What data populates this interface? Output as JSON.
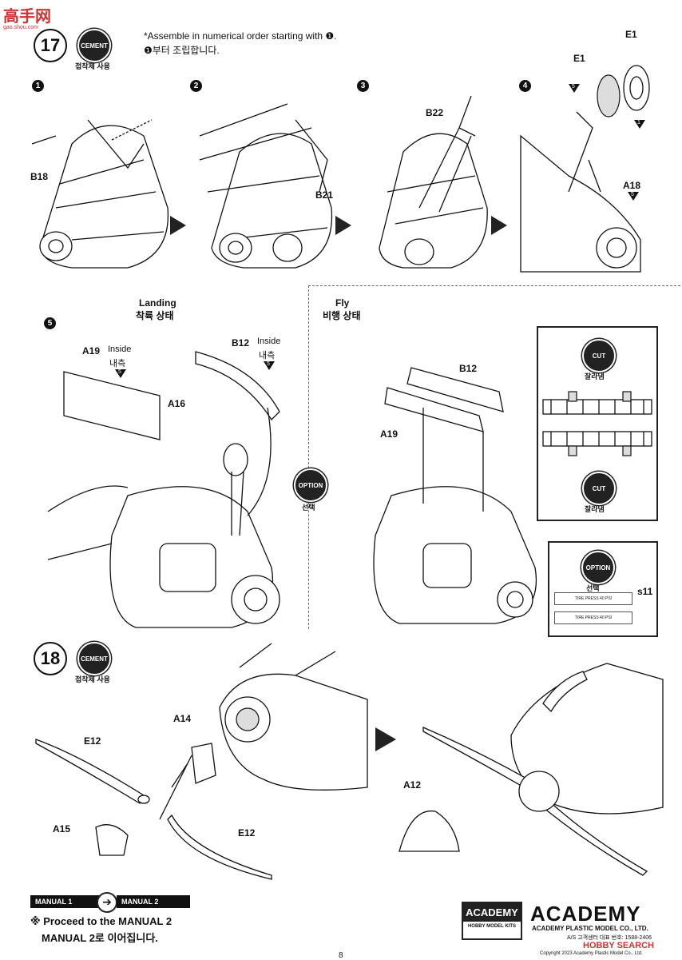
{
  "header": {
    "watermark_main": "高手网",
    "watermark_url": "gao.shou.com"
  },
  "step17": {
    "number": "17",
    "badge": "CEMENT",
    "badge_ko": "접착제 사용",
    "instruction_en": "*Assemble in numerical order starting with ❶.",
    "instruction_ko": "❶부터 조립합니다.",
    "substeps": [
      "1",
      "2",
      "3",
      "4",
      "5"
    ],
    "parts": {
      "b18": "B18",
      "b21": "B21",
      "b22": "B22",
      "e1a": "E1",
      "e1b": "E1",
      "a18": "A18",
      "a19": "A19",
      "b12": "B12",
      "a16": "A16",
      "a19_fly": "A19",
      "b12_fly": "B12"
    },
    "tri_nums": {
      "t1": "5",
      "t2": "1",
      "t3": "5",
      "t4": "5",
      "t5": "5"
    },
    "landing": {
      "en": "Landing",
      "ko": "착륙 상태"
    },
    "fly": {
      "en": "Fly",
      "ko": "비행 상태"
    },
    "inside1": {
      "en": "Inside",
      "ko": "내측"
    },
    "inside2": {
      "en": "Inside",
      "ko": "내측"
    },
    "option_badge": "OPTION",
    "option_ko": "선택",
    "cut_panel": {
      "badge1": "CUT",
      "ko1": "잘라냄",
      "badge2": "CUT",
      "ko2": "잘라냄"
    },
    "decal_panel": {
      "badge": "OPTION",
      "ko": "선택",
      "decal": "s11",
      "tire1": "TIRE PRESS 40 PSI",
      "tire2": "TIRE PRESS 40 PSI"
    }
  },
  "step18": {
    "number": "18",
    "badge": "CEMENT",
    "badge_ko": "접착제 사용",
    "parts": {
      "a14": "A14",
      "e12a": "E12",
      "e12b": "E12",
      "a15": "A15",
      "a12": "A12"
    }
  },
  "footer": {
    "manual_from": "MANUAL 1",
    "manual_to": "MANUAL 2",
    "proceed_en": "※ Proceed to the MANUAL 2",
    "proceed_ko": "MANUAL 2로 이어집니다.",
    "brand_box": "ACADEMY",
    "brand_box_sub": "HOBBY MODEL KITS",
    "brand_logo": "ACADEMY",
    "company": "ACADEMY PLASTIC MODEL CO., LTD.",
    "service": "A/S 고객센터 대표 번호: 1588-2406",
    "copyright": "Copyright 2023 Academy Plastic Model Co., Ltd.",
    "page": "8",
    "source": "HOBBY SEARCH"
  }
}
